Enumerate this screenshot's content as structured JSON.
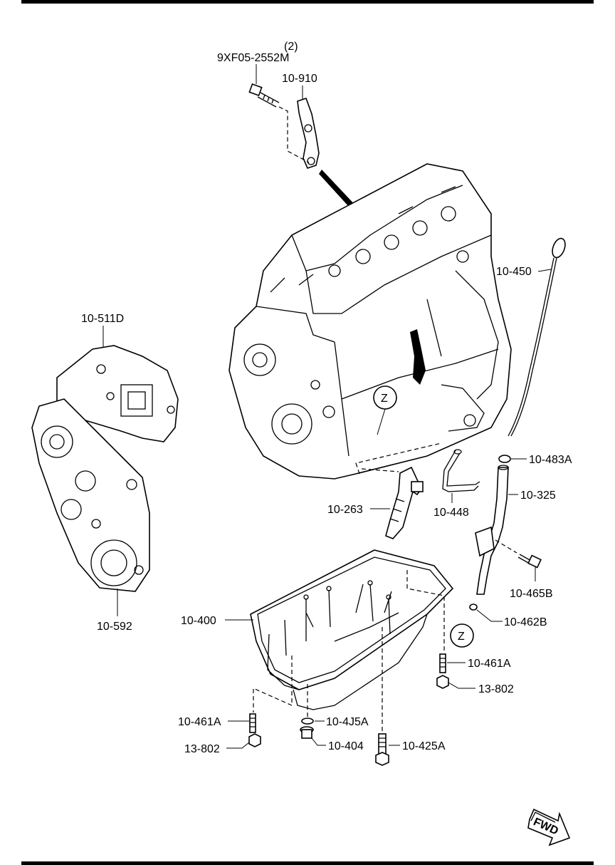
{
  "labels": {
    "qty_2": "(2)",
    "bolt_9xf05": "9XF05-2552M",
    "p_10_910": "10-910",
    "p_10_511d": "10-511D",
    "p_10_450": "10-450",
    "p_10_483a": "10-483A",
    "p_10_325": "10-325",
    "p_10_263": "10-263",
    "p_10_448": "10-448",
    "p_10_465b": "10-465B",
    "p_10_592": "10-592",
    "p_10_400": "10-400",
    "p_10_462b": "10-462B",
    "p_10_461a_right": "10-461A",
    "p_13_802_right": "13-802",
    "p_10_461a_left": "10-461A",
    "p_10_4j5a": "10-4J5A",
    "p_13_802_left": "13-802",
    "p_10_404": "10-404",
    "p_10_425a": "10-425A",
    "ref_z_top": "Z",
    "ref_z_bottom": "Z",
    "fwd": "FWD"
  }
}
